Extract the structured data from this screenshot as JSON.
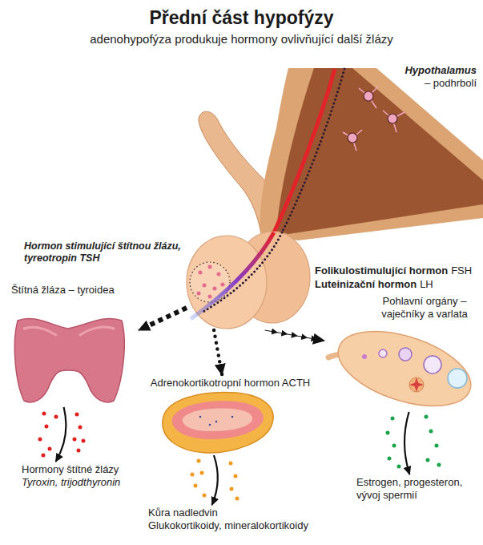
{
  "diagram": {
    "title": "Přední část hypofýzy",
    "nodes": [
      {
        "text": [
          "Hypothalamus",
          "– podhrbolí"
        ]
      },
      {
        "text": [
          "Štítná žláza – tyroidea"
        ]
      },
      {
        "text": [
          "Adrenokortikotropní hormon ACTH"
        ]
      },
      {
        "text": [
          "Pohlavní orgány – vaječníky a varlata"
        ]
      },
      {
        "text": [
          "Hormony štítné žlázy",
          "Tyroxin, trijodthyronin"
        ]
      },
      {
        "text": [
          "Kůra nadledvin",
          "Glukokortikoidy, mineralokortikoidy"
        ]
      },
      {
        "text": [
          "Estrogen, progesteron, vývoj spermií"
        ]
      }
    ],
    "edges": [
      {
        "from": 0,
        "to": 1,
        "arrow": "to"
      },
      {
        "from": 0,
        "to": 2,
        "arrow": "to"
      },
      {
        "from": 0,
        "to": 3,
        "arrow": "to"
      },
      {
        "from": 1,
        "to": 4,
        "arrow": "to"
      },
      {
        "from": 2,
        "to": 5,
        "arrow": "to"
      },
      {
        "from": 3,
        "to": 6,
        "arrow": "to"
      }
    ],
    "labels": [
      "adenohypofýza produkuje hormony ovlivňující další žlázy",
      "Hormon stimulující štítnou žlázu, tyreotropin TSH",
      "Folikulostimulující hormon",
      "FSH",
      "Luteinizační hormon",
      "LH"
    ]
  }
}
